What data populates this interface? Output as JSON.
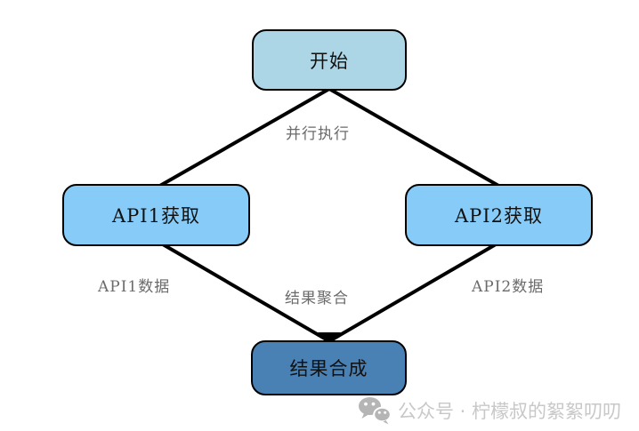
{
  "diagram": {
    "type": "flowchart",
    "nodes": [
      {
        "id": "start",
        "label": "开始",
        "fill": "#ACD6E5"
      },
      {
        "id": "api1",
        "label": "API1获取",
        "fill": "#87CCF8"
      },
      {
        "id": "api2",
        "label": "API2获取",
        "fill": "#87CCF8"
      },
      {
        "id": "result",
        "label": "结果合成",
        "fill": "#4981B4"
      }
    ],
    "edges": [
      {
        "from": "start",
        "to": "api1"
      },
      {
        "from": "start",
        "to": "api2"
      },
      {
        "from": "api1",
        "to": "result",
        "label": "API1数据"
      },
      {
        "from": "api2",
        "to": "result",
        "label": "API2数据"
      }
    ],
    "edge_labels": [
      {
        "id": "parallel",
        "label": "并行执行"
      },
      {
        "id": "api1-data",
        "label": "API1数据"
      },
      {
        "id": "aggregate",
        "label": "结果聚合"
      },
      {
        "id": "api2-data",
        "label": "API2数据"
      }
    ],
    "colors": {
      "node_border": "#000000",
      "edge_line": "#000000",
      "edge_label_text": "#6B6B6B",
      "node_text": "#111111"
    }
  },
  "watermark": {
    "icon": "wechat-icon",
    "text": "公众号 · 柠檬叔的絮絮叨叨",
    "text_color": "#C8C8C8",
    "icon_color": "#B5B5B5"
  }
}
